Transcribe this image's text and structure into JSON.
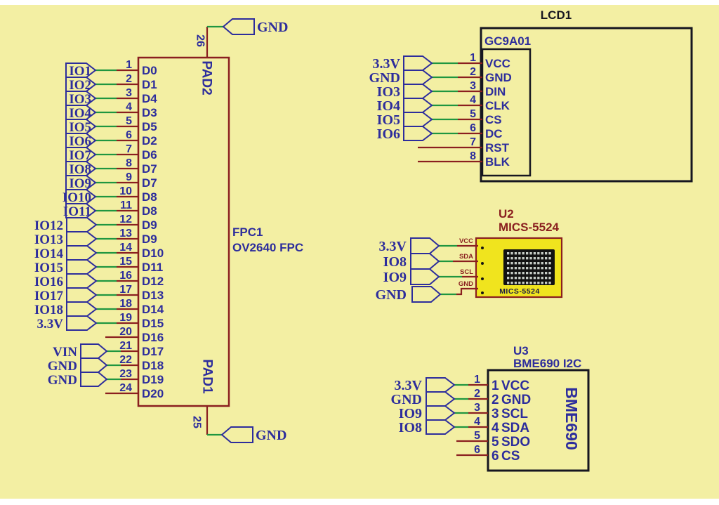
{
  "colors": {
    "background": "#f3efa3",
    "net_blue": "#2d2d9c",
    "wire_red": "#8a1f1f",
    "wire_green": "#1f9640",
    "box_black": "#161620",
    "part_yellow": "#f0e41e"
  },
  "fpc1": {
    "refdes": "FPC1",
    "part": "OV2640 FPC",
    "pad_top": {
      "num": "26",
      "name": "PAD2",
      "net": "GND"
    },
    "pad_bottom": {
      "num": "25",
      "name": "PAD1",
      "net": "GND"
    },
    "pins": [
      {
        "num": "1",
        "name": "D0",
        "net": "IO1"
      },
      {
        "num": "2",
        "name": "D1",
        "net": "IO2"
      },
      {
        "num": "3",
        "name": "D4",
        "net": "IO3"
      },
      {
        "num": "4",
        "name": "D3",
        "net": "IO4"
      },
      {
        "num": "5",
        "name": "D5",
        "net": "IO5"
      },
      {
        "num": "6",
        "name": "D2",
        "net": "IO6"
      },
      {
        "num": "7",
        "name": "D6",
        "net": "IO7"
      },
      {
        "num": "8",
        "name": "D7",
        "net": "IO8"
      },
      {
        "num": "9",
        "name": "D7",
        "net": "IO9"
      },
      {
        "num": "10",
        "name": "D8",
        "net": "IO10"
      },
      {
        "num": "11",
        "name": "D8",
        "net": "IO11"
      },
      {
        "num": "12",
        "name": "D9",
        "net": "IO12"
      },
      {
        "num": "13",
        "name": "D9",
        "net": "IO13"
      },
      {
        "num": "14",
        "name": "D10",
        "net": "IO14"
      },
      {
        "num": "15",
        "name": "D11",
        "net": "IO15"
      },
      {
        "num": "16",
        "name": "D12",
        "net": "IO16"
      },
      {
        "num": "17",
        "name": "D13",
        "net": "IO17"
      },
      {
        "num": "18",
        "name": "D14",
        "net": "IO18"
      },
      {
        "num": "19",
        "name": "D15",
        "net": "3.3V"
      },
      {
        "num": "20",
        "name": "D16",
        "net": ""
      },
      {
        "num": "21",
        "name": "D17",
        "net": "VIN"
      },
      {
        "num": "22",
        "name": "D18",
        "net": "GND"
      },
      {
        "num": "23",
        "name": "D19",
        "net": "GND"
      },
      {
        "num": "24",
        "name": "D20",
        "net": ""
      }
    ]
  },
  "lcd1": {
    "refdes": "LCD1",
    "part": "GC9A01",
    "pins": [
      {
        "num": "1",
        "name": "VCC",
        "net": "3.3V"
      },
      {
        "num": "2",
        "name": "GND",
        "net": "GND"
      },
      {
        "num": "3",
        "name": "DIN",
        "net": "IO3"
      },
      {
        "num": "4",
        "name": "CLK",
        "net": "IO4"
      },
      {
        "num": "5",
        "name": "CS",
        "net": "IO5"
      },
      {
        "num": "6",
        "name": "DC",
        "net": "IO6"
      },
      {
        "num": "7",
        "name": "RST",
        "net": ""
      },
      {
        "num": "8",
        "name": "BLK",
        "net": ""
      }
    ]
  },
  "u2": {
    "refdes": "U2",
    "part": "MICS-5524",
    "chip_label": "MICS-5524",
    "pins": [
      {
        "name": "VCC",
        "net": "3.3V"
      },
      {
        "name": "SDA",
        "net": "IO8"
      },
      {
        "name": "SCL",
        "net": "IO9"
      },
      {
        "name": "GND",
        "net": "GND"
      }
    ]
  },
  "u3": {
    "refdes": "U3",
    "part": "BME690 I2C",
    "side_label": "BME690",
    "pins": [
      {
        "num": "1",
        "name": "VCC",
        "net": "3.3V"
      },
      {
        "num": "2",
        "name": "GND",
        "net": "GND"
      },
      {
        "num": "3",
        "name": "SCL",
        "net": "IO9"
      },
      {
        "num": "4",
        "name": "SDA",
        "net": "IO8"
      },
      {
        "num": "5",
        "name": "SDO",
        "net": ""
      },
      {
        "num": "6",
        "name": "CS",
        "net": ""
      }
    ]
  }
}
